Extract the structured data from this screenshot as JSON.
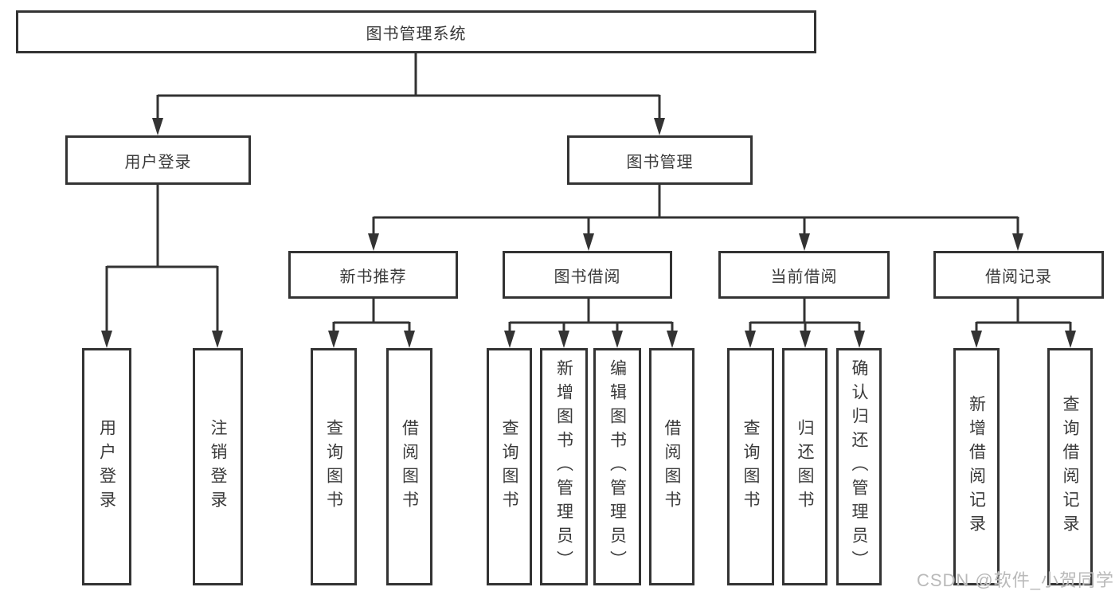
{
  "diagram": {
    "root": "图书管理系统",
    "level2": {
      "user_login": "用户登录",
      "book_mgmt": "图书管理"
    },
    "level3": {
      "new_book": "新书推荐",
      "book_borrow": "图书借阅",
      "current_borrow": "当前借阅",
      "borrow_record": "借阅记录"
    },
    "leaves": {
      "user_login": "用户登录",
      "logout": "注销登录",
      "nb_query": "查询图书",
      "nb_borrow": "借阅图书",
      "bb_query": "查询图书",
      "bb_add": "新增图书（管理员）",
      "bb_edit": "编辑图书（管理员）",
      "bb_borrow": "借阅图书",
      "cb_query": "查询图书",
      "cb_return": "归还图书",
      "cb_confirm": "确认归还（管理员）",
      "br_add": "新增借阅记录",
      "br_query": "查询借阅记录"
    }
  },
  "watermark": "CSDN @软件_小贺同学",
  "colors": {
    "border": "#333333",
    "text": "#3a3a3a",
    "watermark": "#b9b9b9",
    "background": "#ffffff"
  }
}
